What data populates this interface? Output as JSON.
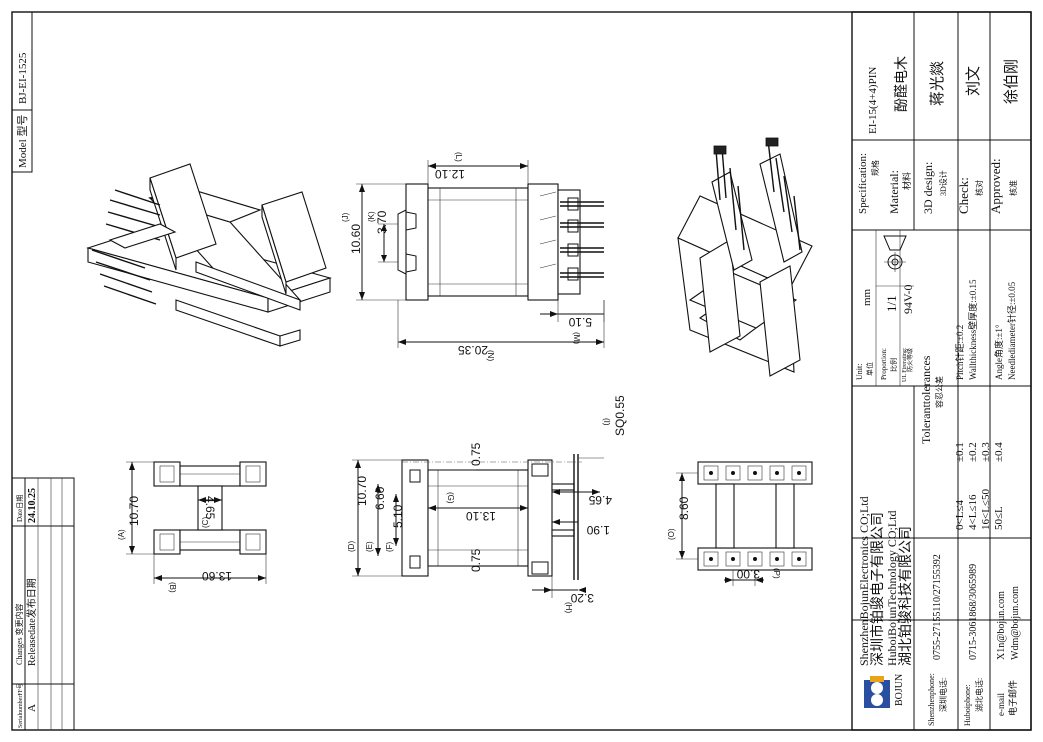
{
  "drawing": {
    "model_label": "Model 型号",
    "model": "BJ-EI-1525"
  },
  "revision_table": {
    "header_serial": "SerialnumberFF号",
    "header_changes": "Changes 变更内容",
    "header_date": "Date日期",
    "rows": [
      {
        "serial": "A",
        "change": "Releasedate发布日期",
        "date": "24.10.25"
      }
    ]
  },
  "dimensions": {
    "L": "12.10",
    "J": "10.60",
    "K": "3.70",
    "M": "5.10",
    "N": "20.35",
    "A": "10.70",
    "C": "4.65",
    "B": "13.60",
    "D": "10.70",
    "E": "6.60",
    "F": "5.10",
    "G": "13.10",
    "top_075": "0.75",
    "bot_075": "0.75",
    "I": "SQ0.55",
    "pin_465": "4.65",
    "pin_190": "1.90",
    "H": "3.20",
    "O": "8.60",
    "P": "3.00"
  },
  "dim_letters": {
    "L": "(L)",
    "J": "(J)",
    "K": "(K)",
    "M": "(M)",
    "N": "(N)",
    "A": "(A)",
    "C": "(C)",
    "B": "(B)",
    "D": "(D)",
    "E": "(E)",
    "F": "(F)",
    "G": "(G)",
    "H": "(H)",
    "I": "(I)",
    "O": "(O)",
    "P": "(P)"
  },
  "title_block": {
    "company_en_1": "ShenzhenBojunElectronics CO;Ltd",
    "company_cn_1": "深圳市铂骏电子有限公司",
    "company_en_2": "HuboiBojunTechnology CO;Ltd",
    "company_cn_2": "湖北铂骏科技有限公司",
    "logo_text": "BOJUN",
    "shenzhen_phone_label": "Shenzhenphone:",
    "shenzhen_phone_label_cn": "深圳电话:",
    "shenzhen_phone": "0755-27155110/27155392",
    "hubei_phone_label": "Huboiphone:",
    "hubei_phone_label_cn": "湖北电话:",
    "hubei_phone": "0715-3061868/3065989",
    "email_label": "e-mail",
    "email_label_cn": "电子邮件",
    "email_1": "X1n@bojun.com",
    "email_2": "Wdm@bojun.com",
    "unit_label": "Unit:",
    "unit_label_cn": "单位",
    "unit": "mm",
    "proportion_label": "Proportion:",
    "proportion_label_cn": "比例",
    "proportion": "1/1",
    "fire_label": "UL Firerating:",
    "fire_label_cn": "防火等级",
    "fire": "94V-0",
    "tolerances_title": "Toleranttolerances",
    "tolerances_title_cn": "容忍公差",
    "tol_ranges": [
      "0<L≤4",
      "4<L≤16",
      "16<L≤50",
      "50≤L"
    ],
    "tol_values": [
      "±0.1",
      "±0.2",
      "±0.3",
      "±0.4"
    ],
    "tol_notes": [
      "Pitch针距:±0.2",
      "Wallthickness壁厚度:±0.15",
      "Angle角度:±1°",
      "Needlediameter针径:±0.05"
    ],
    "spec_label": "Specification:",
    "spec_label_cn": "规格",
    "spec": "EI-15(4+4)PIN",
    "material_label": "Material:",
    "material_label_cn": "材料",
    "material": "酚醛电木",
    "design_label": "3D design:",
    "design_label_cn": "3D设计",
    "designer": "蒋光燚",
    "check_label": "Check:",
    "check_label_cn": "核对",
    "checker": "刘文",
    "approved_label": "Approved:",
    "approved_label_cn": "核准",
    "approver": "徐伯刚"
  }
}
